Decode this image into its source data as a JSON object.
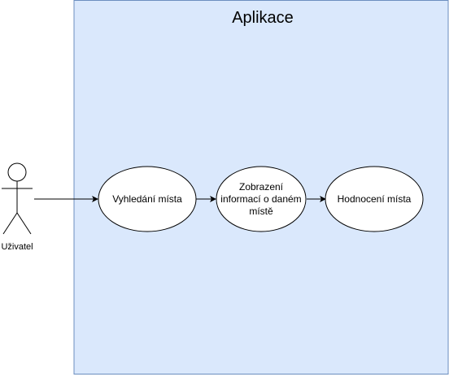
{
  "system": {
    "title": "Aplikace",
    "fill": "#dae8fc",
    "stroke": "#6c8ebf"
  },
  "actor": {
    "label": "Uživatel"
  },
  "use_cases": [
    {
      "lines": [
        "Vyhledání místa"
      ]
    },
    {
      "lines": [
        "Zobrazení",
        "informací o daném",
        "místě"
      ]
    },
    {
      "lines": [
        "Hodnocení místa"
      ]
    }
  ],
  "relations": [
    {
      "from": "actor",
      "to": "use_case_0"
    },
    {
      "from": "use_case_0",
      "to": "use_case_1"
    },
    {
      "from": "use_case_1",
      "to": "use_case_2"
    }
  ]
}
